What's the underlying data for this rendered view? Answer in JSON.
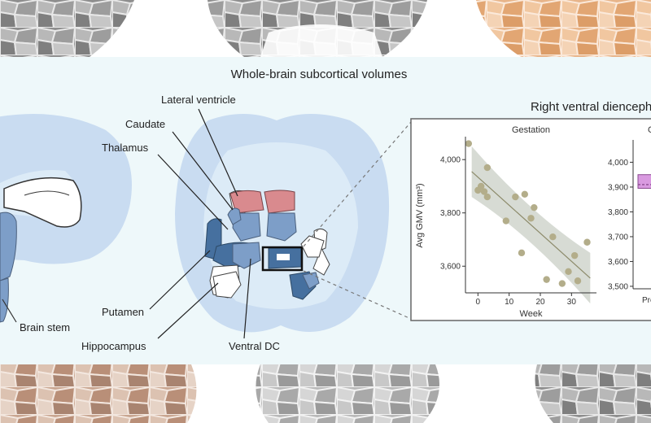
{
  "figure": {
    "title": "Whole-brain subcortical volumes",
    "panel_heading": "Right ventral diencephalon",
    "labels": {
      "lateral_ventricle": "Lateral ventricle",
      "caudate": "Caudate",
      "thalamus": "Thalamus",
      "putamen": "Putamen",
      "brain_stem": "Brain stem",
      "hippocampus": "Hippocampus",
      "ventral_dc": "Ventral DC"
    },
    "colors": {
      "band_bg": "#eef8fa",
      "brain_outline": "#c9dcf1",
      "structure_blue": "#7d9ec8",
      "structure_dark_blue": "#46709f",
      "ventricle_red": "#d98a8e",
      "scatter_point": "#b3ad8a",
      "regression_band": "#c9cfc6",
      "pink_box": "#d99ae0"
    }
  },
  "chart_data": [
    {
      "type": "scatter",
      "title": "Gestation",
      "xlabel": "Week",
      "ylabel": "Avg GMV (mm³)",
      "xlim": [
        -4,
        38
      ],
      "ylim": [
        3500,
        4080
      ],
      "x_ticks": [
        0,
        10,
        20,
        30
      ],
      "y_ticks": [
        3600,
        3800,
        4000
      ],
      "y_tick_labels": [
        "3,600",
        "3,800",
        "4,000"
      ],
      "points": [
        {
          "x": -3,
          "y": 4060
        },
        {
          "x": 0,
          "y": 3885
        },
        {
          "x": 1,
          "y": 3900
        },
        {
          "x": 2,
          "y": 3880
        },
        {
          "x": 3,
          "y": 3860
        },
        {
          "x": 3,
          "y": 3970
        },
        {
          "x": 9,
          "y": 3770
        },
        {
          "x": 12,
          "y": 3860
        },
        {
          "x": 14,
          "y": 3650
        },
        {
          "x": 15,
          "y": 3870
        },
        {
          "x": 17,
          "y": 3780
        },
        {
          "x": 18,
          "y": 3820
        },
        {
          "x": 22,
          "y": 3550
        },
        {
          "x": 24,
          "y": 3710
        },
        {
          "x": 27,
          "y": 3535
        },
        {
          "x": 29,
          "y": 3580
        },
        {
          "x": 31,
          "y": 3640
        },
        {
          "x": 32,
          "y": 3545
        },
        {
          "x": 35,
          "y": 3690
        }
      ],
      "fit": {
        "x": [
          -2,
          36
        ],
        "y": [
          3955,
          3555
        ]
      }
    },
    {
      "type": "box",
      "title": "G",
      "ylim": [
        3490,
        4090
      ],
      "y_ticks": [
        3500,
        3600,
        3700,
        3800,
        3900,
        4000
      ],
      "y_tick_labels": [
        "3,500",
        "3,600",
        "3,700",
        "3,800",
        "3,900",
        "4,000"
      ],
      "x_tick_labels": [
        "Pre"
      ],
      "box": {
        "q1": 3895,
        "median": 3910,
        "q3": 3950
      }
    }
  ]
}
